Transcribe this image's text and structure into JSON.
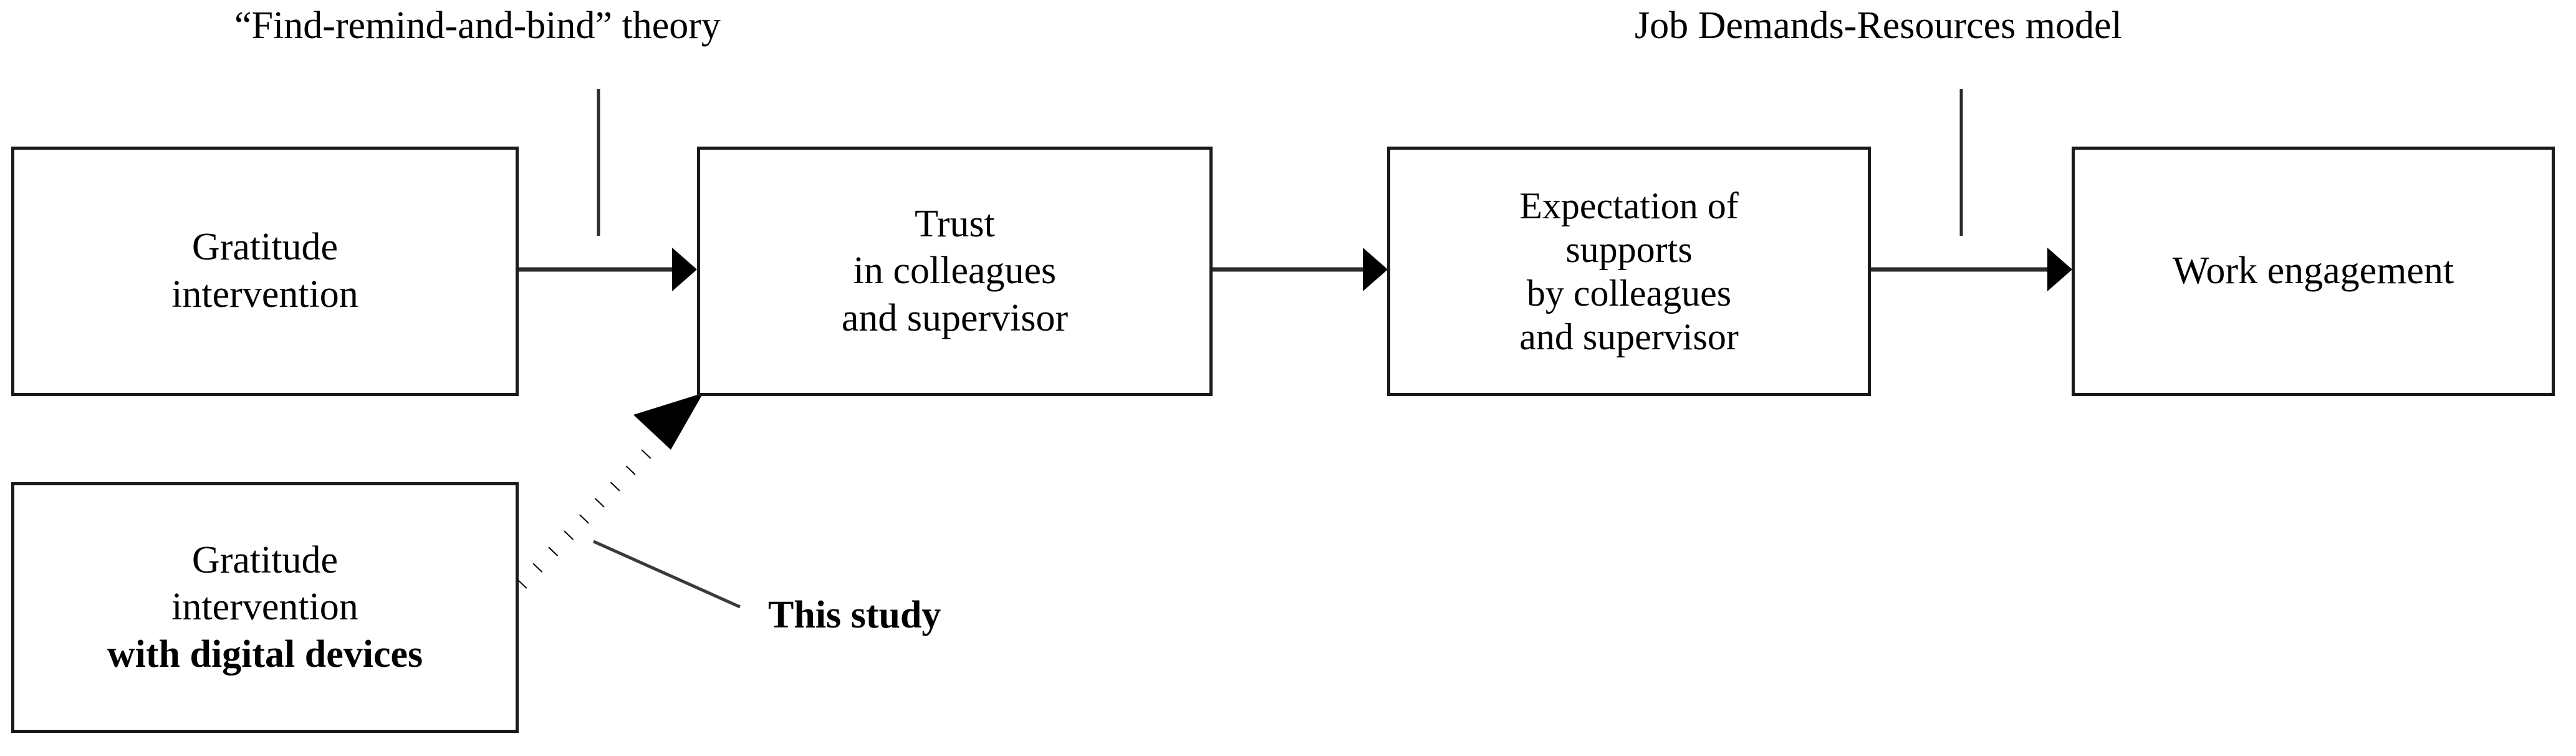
{
  "figure": {
    "type": "conceptual-flow-diagram",
    "background_color": "#ffffff",
    "line_color": "#1a1a1a",
    "text_color": "#000000"
  },
  "annotations": {
    "theory_label": "“Find-remind-and-bind” theory",
    "model_label": "Job Demands-Resources model",
    "this_study_label": "This study"
  },
  "boxes": [
    {
      "id": "gratitude-intervention",
      "lines": [
        {
          "text": "Gratitude",
          "bold": false
        },
        {
          "text": "intervention",
          "bold": false
        }
      ]
    },
    {
      "id": "trust",
      "lines": [
        {
          "text": "Trust",
          "bold": false
        },
        {
          "text": "in colleagues",
          "bold": false
        },
        {
          "text": "and supervisor",
          "bold": false
        }
      ]
    },
    {
      "id": "expectation-of-supports",
      "lines": [
        {
          "text": "Expectation of",
          "bold": false
        },
        {
          "text": "supports",
          "bold": false
        },
        {
          "text": "by colleagues",
          "bold": false
        },
        {
          "text": "and supervisor",
          "bold": false
        }
      ]
    },
    {
      "id": "work-engagement",
      "lines": [
        {
          "text": "Work engagement",
          "bold": false
        }
      ]
    },
    {
      "id": "gratitude-intervention-digital",
      "lines": [
        {
          "text": "Gratitude",
          "bold": false
        },
        {
          "text": "intervention",
          "bold": false
        },
        {
          "text": "with digital devices",
          "bold": true
        }
      ]
    }
  ],
  "connectors": [
    {
      "id": "arrow-gratitude-to-trust",
      "style": "solid",
      "from": "gratitude-intervention",
      "to": "trust"
    },
    {
      "id": "arrow-trust-to-expectation",
      "style": "solid",
      "from": "trust",
      "to": "expectation-of-supports"
    },
    {
      "id": "arrow-expectation-to-engagement",
      "style": "solid",
      "from": "expectation-of-supports",
      "to": "work-engagement"
    },
    {
      "id": "arrow-digital-to-trust",
      "style": "dotted",
      "from": "gratitude-intervention-digital",
      "to": "trust"
    }
  ]
}
